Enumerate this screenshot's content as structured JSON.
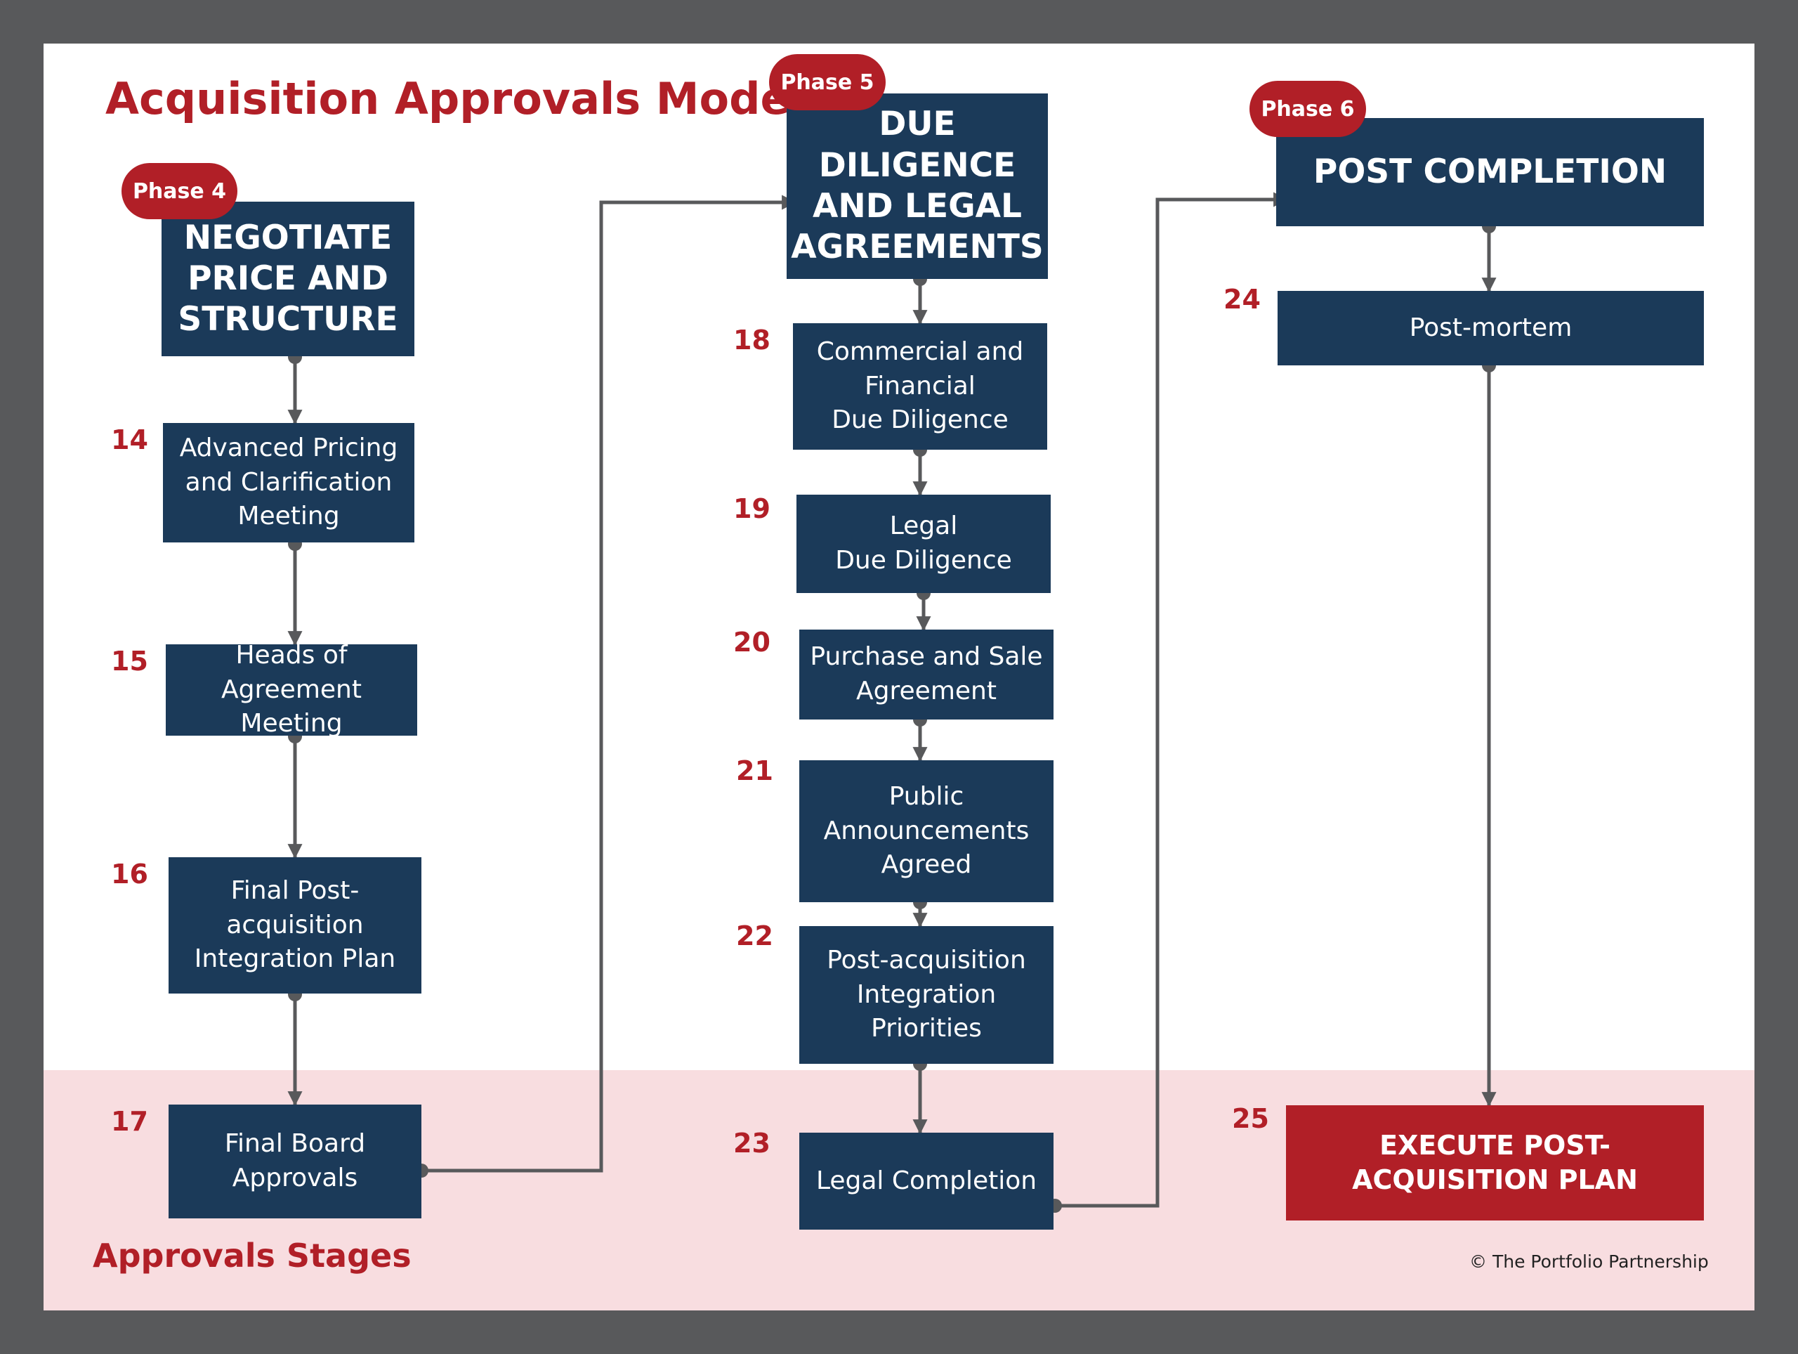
{
  "title": "Acquisition Approvals Model",
  "band_label": "Approvals Stages",
  "copyright": "© The Portfolio Partnership",
  "colors": {
    "navy": "#1b3a59",
    "red": "#b11f27",
    "band": "#f8dde0",
    "frame": "#58595b",
    "connector": "#58595b"
  },
  "phases": [
    {
      "badge": "Phase 4",
      "title": "NEGOTIATE\nPRICE AND\nSTRUCTURE"
    },
    {
      "badge": "Phase 5",
      "title": "DUE\nDILIGENCE\nAND LEGAL\nAGREEMENTS"
    },
    {
      "badge": "Phase 6",
      "title": "POST COMPLETION"
    }
  ],
  "steps": [
    {
      "number": "14",
      "label": "Advanced Pricing\nand Clarification\nMeeting"
    },
    {
      "number": "15",
      "label": "Heads of\nAgreement Meeting"
    },
    {
      "number": "16",
      "label": "Final Post-\nacquisition\nIntegration Plan"
    },
    {
      "number": "17",
      "label": "Final Board\nApprovals"
    },
    {
      "number": "18",
      "label": "Commercial and\nFinancial\nDue Diligence"
    },
    {
      "number": "19",
      "label": "Legal\nDue Diligence"
    },
    {
      "number": "20",
      "label": "Purchase and Sale\nAgreement"
    },
    {
      "number": "21",
      "label": "Public\nAnnouncements\nAgreed"
    },
    {
      "number": "22",
      "label": "Post-acquisition\nIntegration\nPriorities"
    },
    {
      "number": "23",
      "label": "Legal Completion"
    },
    {
      "number": "24",
      "label": "Post-mortem"
    },
    {
      "number": "25",
      "label": "EXECUTE POST-\nACQUISITION PLAN"
    }
  ]
}
